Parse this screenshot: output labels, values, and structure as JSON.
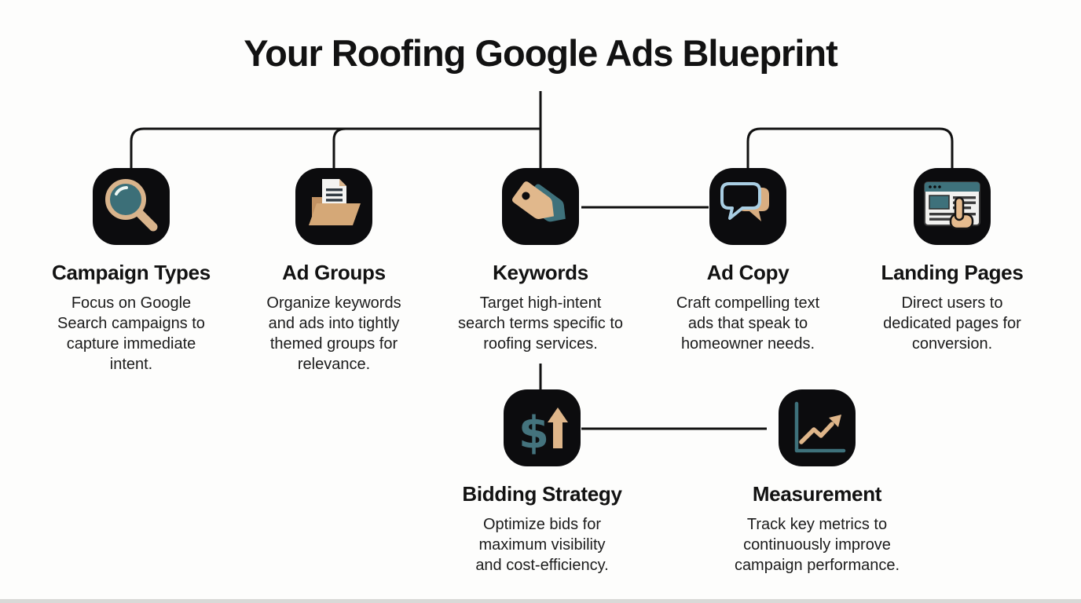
{
  "title": "Your Roofing Google Ads Blueprint",
  "colors": {
    "background": "#fdfdfc",
    "node_background": "#0c0c0e",
    "tan_accent": "#dfb68a",
    "teal_accent": "#3e717b",
    "light_blue_accent": "#a9cee3",
    "connector_line": "#111111",
    "text": "#121212"
  },
  "nodes": [
    {
      "id": "campaign-types",
      "label": "Campaign Types",
      "icon": "search-magnifier-icon",
      "description": "Focus on Google Search campaigns to capture immediate intent."
    },
    {
      "id": "ad-groups",
      "label": "Ad Groups",
      "icon": "folder-document-icon",
      "description": "Organize keywords and ads into tightly themed groups for relevance."
    },
    {
      "id": "keywords",
      "label": "Keywords",
      "icon": "price-tags-icon",
      "description": "Target high-intent search terms specific to roofing services."
    },
    {
      "id": "ad-copy",
      "label": "Ad Copy",
      "icon": "speech-bubbles-icon",
      "description": "Craft compelling text ads that speak to homeowner needs."
    },
    {
      "id": "landing-pages",
      "label": "Landing Pages",
      "icon": "webpage-click-icon",
      "description": "Direct users to dedicated pages for conversion."
    },
    {
      "id": "bidding-strategy",
      "label": "Bidding Strategy",
      "icon": "dollar-up-arrow-icon",
      "description": "Optimize bids for maximum visibility and cost-efficiency."
    },
    {
      "id": "measurement",
      "label": "Measurement",
      "icon": "growth-chart-icon",
      "description": "Track key metrics to continuously improve campaign performance."
    }
  ]
}
